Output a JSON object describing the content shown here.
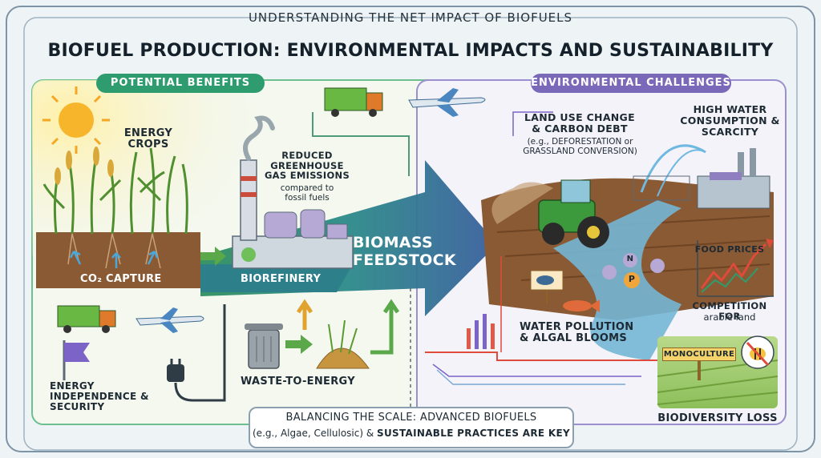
{
  "header": {
    "subtitle": "UNDERSTANDING THE NET IMPACT OF BIOFUELS",
    "title": "BIOFUEL PRODUCTION: ENVIRONMENTAL IMPACTS AND SUSTAINABILITY"
  },
  "benefits": {
    "heading": "POTENTIAL BENEFITS",
    "energy_crops": "ENERGY CROPS",
    "co2_capture": "CO₂ CAPTURE",
    "reduced_ghg_title": "REDUCED GREENHOUSE GAS EMISSIONS",
    "reduced_ghg_sub": "compared to fossil fuels",
    "biorefinery": "BIOREFINERY",
    "biomass_feedstock": "BIOMASS FEEDSTOCK",
    "waste_to_energy": "WASTE-TO-ENERGY",
    "energy_independence": "ENERGY INDEPENDENCE & SECURITY"
  },
  "challenges": {
    "heading": "ENVIRONMENTAL CHALLENGES",
    "land_use_title": "LAND USE CHANGE & CARBON DEBT",
    "land_use_sub": "(e.g., DEFORESTATION or GRASSLAND CONVERSION)",
    "water_title": "HIGH WATER CONSUMPTION & SCARCITY",
    "food_prices": "FOOD PRICES",
    "competition": "COMPETITION FOR",
    "arable_land": "arable land",
    "water_pollution": "WATER POLLUTION & ALGAL BLOOMS",
    "monoculture": "MONOCULTURE",
    "biodiversity": "BIODIVERSITY LOSS",
    "nutrient_p": "P",
    "nutrient_n": "N"
  },
  "footer": {
    "line1": "BALANCING THE SCALE: ADVANCED BIOFUELS",
    "line2_plain": "(e.g., Algae, Cellulosic) &",
    "line2_bold": "SUSTAINABLE PRACTICES ARE KEY"
  },
  "colors": {
    "benefit_green": "#2e9c6e",
    "challenge_purple": "#7a68b8",
    "arrow_start": "#2f8f5e",
    "arrow_end": "#3a5f9e",
    "soil": "#8a5a34",
    "sky": "#fff3c4"
  },
  "icons": [
    "sun-icon",
    "factory-icon",
    "truck-icon",
    "airplane-icon",
    "trash-can-icon",
    "plug-icon",
    "flag-icon",
    "tractor-icon",
    "water-sprinkler-icon",
    "fish-icon",
    "bee-icon",
    "price-chart-icon"
  ]
}
